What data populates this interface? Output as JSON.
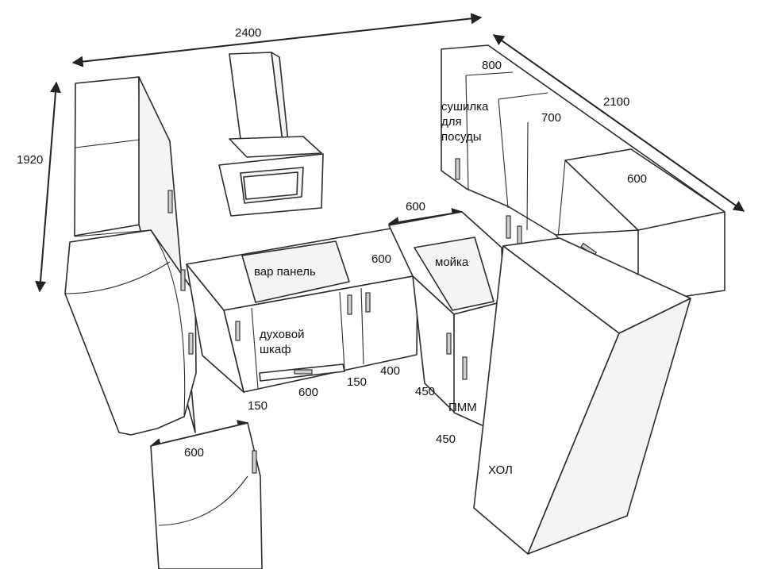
{
  "dimensions": {
    "top_width": "2400",
    "right_depth": "2100",
    "left_height": "1920",
    "upper_800": "800",
    "upper_700": "700",
    "upper_600": "600",
    "counter_depth_corner": "600",
    "counter_depth_left": "600",
    "oven_width": "600",
    "gap_150_a": "150",
    "base_400": "400",
    "gap_150_b": "150",
    "sink_450": "450",
    "dishwasher_450": "450",
    "bottom_600": "600"
  },
  "labels": {
    "dish_dryer_line1": "сушилка",
    "dish_dryer_line2": "для",
    "dish_dryer_line3": "посуды",
    "cooktop": "вар панель",
    "oven_line1": "духовой",
    "oven_line2": "шкаф",
    "sink": "мойка",
    "dishwasher": "ПММ",
    "fridge": "ХОЛ"
  }
}
